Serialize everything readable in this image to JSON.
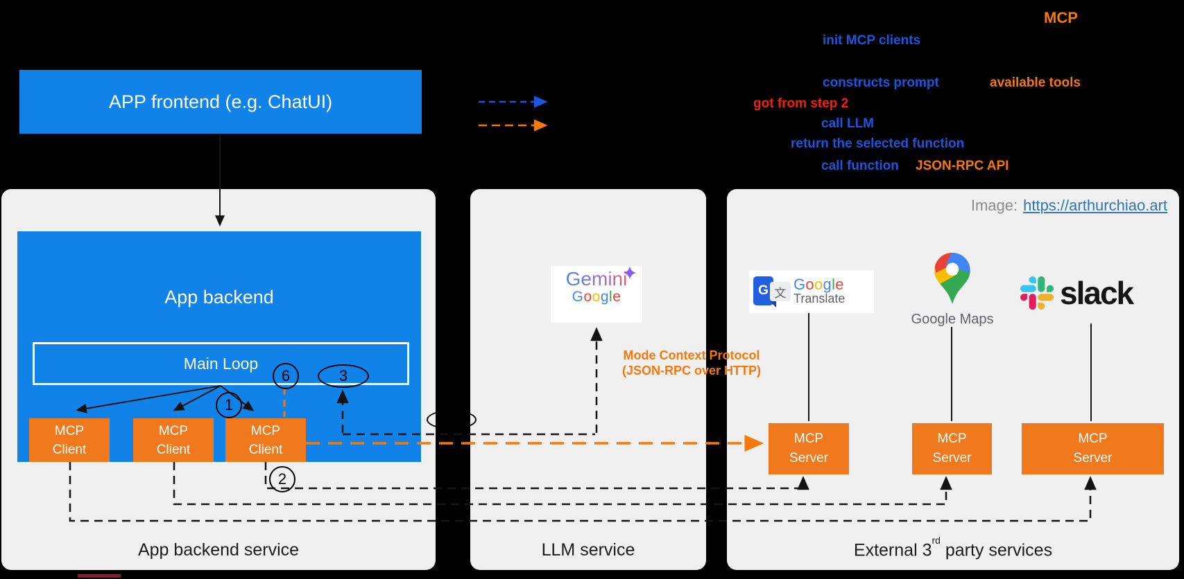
{
  "colors": {
    "box_blue": "#1183e8",
    "box_orange": "#f0791e",
    "annotation_blue": "#1c55e0",
    "annotation_orange": "#f5790a",
    "annotation_red": "#fb1c0c",
    "panel_gray": "#f0f0f0",
    "link_blue": "#2e75b6"
  },
  "header": {
    "frontend_label": "APP frontend (e.g. ChatUI)",
    "mcp_heading": "MCP"
  },
  "annotations": {
    "init_clients": "init MCP clients",
    "constructs_prompt": "constructs prompt",
    "available_tools": "available tools",
    "got_from_step2": "got from step 2",
    "call_llm": "call LLM",
    "return_selected": "return the selected function",
    "call_function": "call function",
    "json_rpc_api": "JSON-RPC API",
    "protocol_line1": "Mode Context Protocol",
    "protocol_line2": "(JSON-RPC over HTTP)"
  },
  "credit": {
    "prefix": "Image:",
    "link": "https://arthurchiao.art"
  },
  "panels": {
    "backend_label": "App backend service",
    "llm_label": "LLM service",
    "external_label_pre": "External 3",
    "external_label_sup": "rd",
    "external_label_post": " party services"
  },
  "backend": {
    "title": "App backend",
    "main_loop": "Main Loop",
    "client_line1": "MCP",
    "client_line2": "Client"
  },
  "servers": {
    "line1": "MCP",
    "line2": "Server"
  },
  "steps": {
    "s1": "1",
    "s2": "2",
    "s3": "3",
    "s6": "6"
  },
  "logos": {
    "gemini": {
      "name": "Gemini",
      "letters": [
        "G",
        "o",
        "o",
        "g",
        "l",
        "e"
      ]
    },
    "translate": {
      "g": "G",
      "zh": "文",
      "letters": [
        "G",
        "o",
        "o",
        "g",
        "l",
        "e"
      ],
      "label": "Translate"
    },
    "maps": {
      "label": "Google Maps"
    },
    "slack": {
      "label": "slack"
    }
  }
}
